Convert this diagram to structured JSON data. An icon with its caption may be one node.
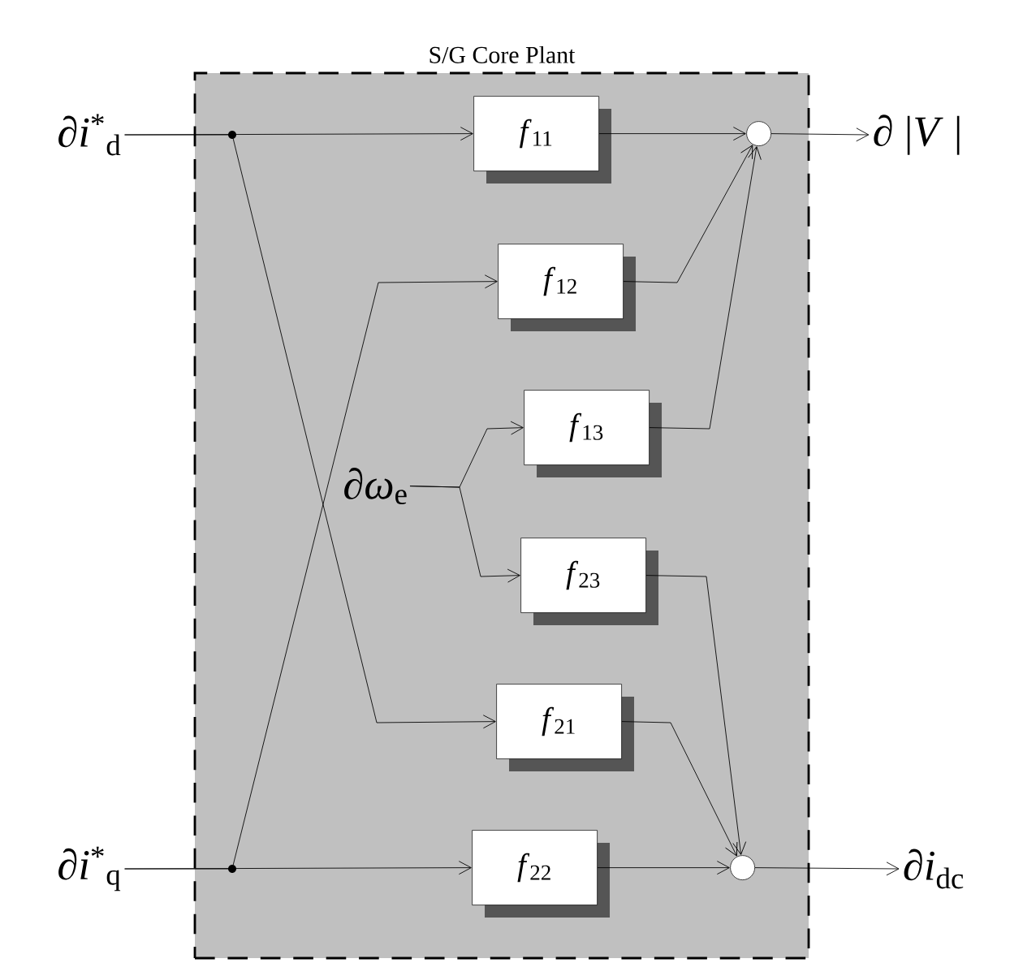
{
  "diagram": {
    "nodes": [
      {
        "text": [
          "S/G Core Plant"
        ]
      },
      {
        "text": [
          "∂*i*$^{*}$$_{d}$"
        ]
      },
      {
        "text": [
          "∂*i*$^{*}$$_{q}$"
        ]
      },
      {
        "text": [
          "∂*ω*$_{e}$"
        ],
        "in": 0
      },
      {
        "text": [
          "*f*$_{11}$"
        ],
        "in": 0
      },
      {
        "text": [
          "*f*$_{12}$"
        ],
        "in": 0
      },
      {
        "text": [
          "*f*$_{13}$"
        ],
        "in": 0
      },
      {
        "text": [
          "*f*$_{23}$"
        ],
        "in": 0
      },
      {
        "text": [
          "*f*$_{21}$"
        ],
        "in": 0
      },
      {
        "text": [
          "*f*$_{22}$"
        ],
        "in": 0
      },
      {
        "text": [],
        "shape": "circle",
        "in": 0
      },
      {
        "text": [],
        "shape": "circle",
        "in": 0
      },
      {
        "text": [
          "∂ |*V* |"
        ]
      },
      {
        "text": [
          "∂*i*$_{dc}$"
        ]
      }
    ],
    "edges": [
      {
        "from": 1,
        "to": 4,
        "arrow": "to"
      },
      {
        "from": 1,
        "to": 8,
        "arrow": "to"
      },
      {
        "from": 2,
        "to": 5,
        "arrow": "to"
      },
      {
        "from": 2,
        "to": 9,
        "arrow": "to"
      },
      {
        "from": 3,
        "to": 6,
        "arrow": "to"
      },
      {
        "from": 3,
        "to": 7,
        "arrow": "to"
      },
      {
        "from": 4,
        "to": 10,
        "arrow": "to"
      },
      {
        "from": 5,
        "to": 10,
        "arrow": "to"
      },
      {
        "from": 6,
        "to": 10,
        "arrow": "to"
      },
      {
        "from": 7,
        "to": 11,
        "arrow": "to"
      },
      {
        "from": 8,
        "to": 11,
        "arrow": "to"
      },
      {
        "from": 9,
        "to": 11,
        "arrow": "to"
      },
      {
        "from": 10,
        "to": 12,
        "arrow": "to"
      },
      {
        "from": 11,
        "to": 13,
        "arrow": "to"
      }
    ]
  }
}
